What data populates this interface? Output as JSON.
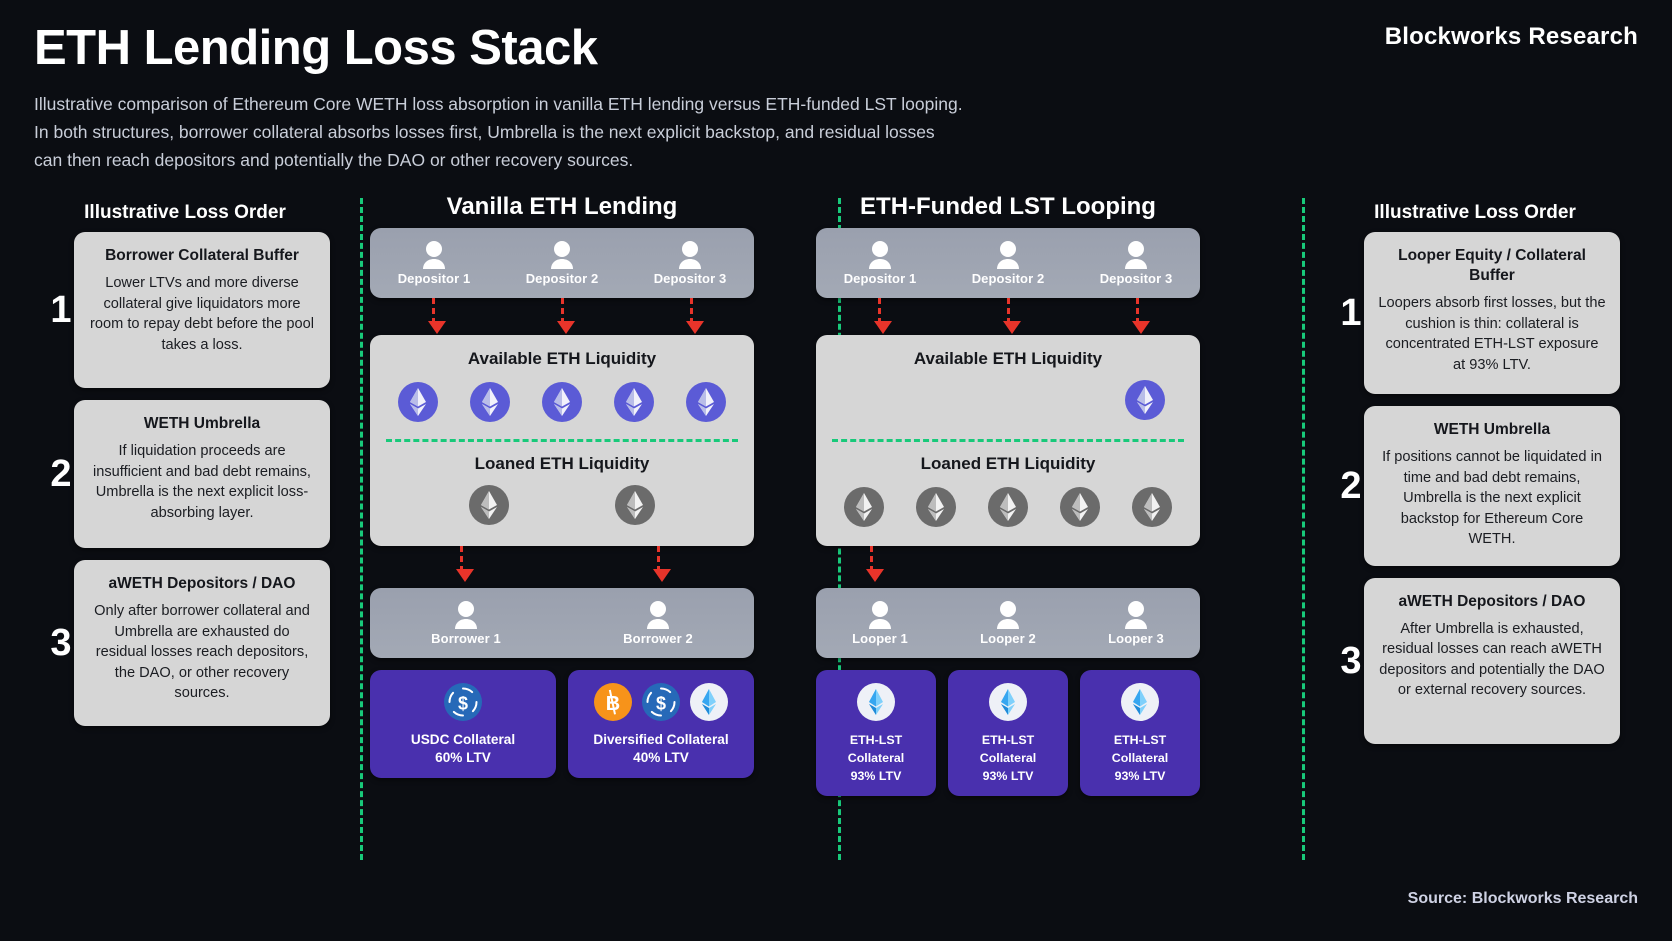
{
  "header": {
    "title": "ETH Lending Loss Stack",
    "brand": "Blockworks Research",
    "subtitle_lines": [
      "Illustrative comparison of Ethereum Core WETH loss absorption in vanilla ETH lending versus ETH-funded LST looping.",
      "In both structures, borrower collateral absorbs losses first, Umbrella is the next explicit backstop, and residual losses",
      "can then reach depositors and potentially the DAO or other recovery sources."
    ]
  },
  "source_note": "Source: Blockworks Research",
  "colors": {
    "background": "#0b0d12",
    "card": "#d6d6d6",
    "people_bar": "#9aa0ae",
    "collateral": "#4930ae",
    "divider_green": "#18c97a",
    "arrow_red": "#e8342a",
    "eth_available": "#5b5bd6",
    "eth_loaned": "#6b6b6b",
    "usdc_blue": "#2669b8",
    "btc_orange": "#f7931a",
    "lst_blue": "#36a6f0"
  },
  "left_column": {
    "heading": "Illustrative Loss Order",
    "items": [
      {
        "number": "1",
        "title": "Borrower Collateral Buffer",
        "body": "Lower LTVs and more diverse collateral give liquidators more room to repay debt before the pool takes a loss."
      },
      {
        "number": "2",
        "title": "WETH Umbrella",
        "body": "If liquidation proceeds are insufficient and bad debt remains, Umbrella is the next explicit loss-absorbing layer."
      },
      {
        "number": "3",
        "title": "aWETH Depositors / DAO",
        "body": "Only after borrower collateral and Umbrella are exhausted do residual losses reach depositors, the DAO, or other recovery sources."
      }
    ]
  },
  "right_column": {
    "heading": "Illustrative Loss Order",
    "items": [
      {
        "number": "1",
        "title": "Looper Equity / Collateral Buffer",
        "body": "Loopers absorb first losses, but the cushion is thin: collateral is concentrated ETH-LST exposure at 93% LTV."
      },
      {
        "number": "2",
        "title": "WETH Umbrella",
        "body": "If positions cannot be liquidated in time and bad debt remains, Umbrella is the next explicit backstop for Ethereum Core WETH."
      },
      {
        "number": "3",
        "title": "aWETH Depositors / DAO",
        "body": "After Umbrella is exhausted, residual losses can reach aWETH depositors and potentially the DAO or external recovery sources."
      }
    ]
  },
  "vanilla": {
    "heading": "Vanilla ETH Lending",
    "depositors": [
      "Depositor 1",
      "Depositor 2",
      "Depositor 3"
    ],
    "available_title": "Available ETH Liquidity",
    "available_coin_count": 5,
    "loaned_title": "Loaned ETH Liquidity",
    "loaned_coin_count": 2,
    "borrowers": [
      "Borrower 1",
      "Borrower 2"
    ],
    "collateral": [
      {
        "icons": [
          "usdc-icon"
        ],
        "label": "USDC Collateral",
        "ltv": "60% LTV"
      },
      {
        "icons": [
          "btc-icon",
          "usdc-icon",
          "lst-icon"
        ],
        "label": "Diversified Collateral",
        "ltv": "40% LTV"
      }
    ]
  },
  "looping": {
    "heading": "ETH-Funded LST Looping",
    "depositors": [
      "Depositor 1",
      "Depositor 2",
      "Depositor 3"
    ],
    "available_title": "Available ETH Liquidity",
    "available_coin_count": 1,
    "loaned_title": "Loaned ETH Liquidity",
    "loaned_coin_count": 5,
    "borrowers": [
      "Looper 1",
      "Looper 2",
      "Looper 3"
    ],
    "collateral": [
      {
        "icons": [
          "lst-icon"
        ],
        "label": "ETH-LST Collateral",
        "ltv": "93% LTV"
      },
      {
        "icons": [
          "lst-icon"
        ],
        "label": "ETH-LST Collateral",
        "ltv": "93% LTV"
      },
      {
        "icons": [
          "lst-icon"
        ],
        "label": "ETH-LST Collateral",
        "ltv": "93% LTV"
      }
    ]
  }
}
